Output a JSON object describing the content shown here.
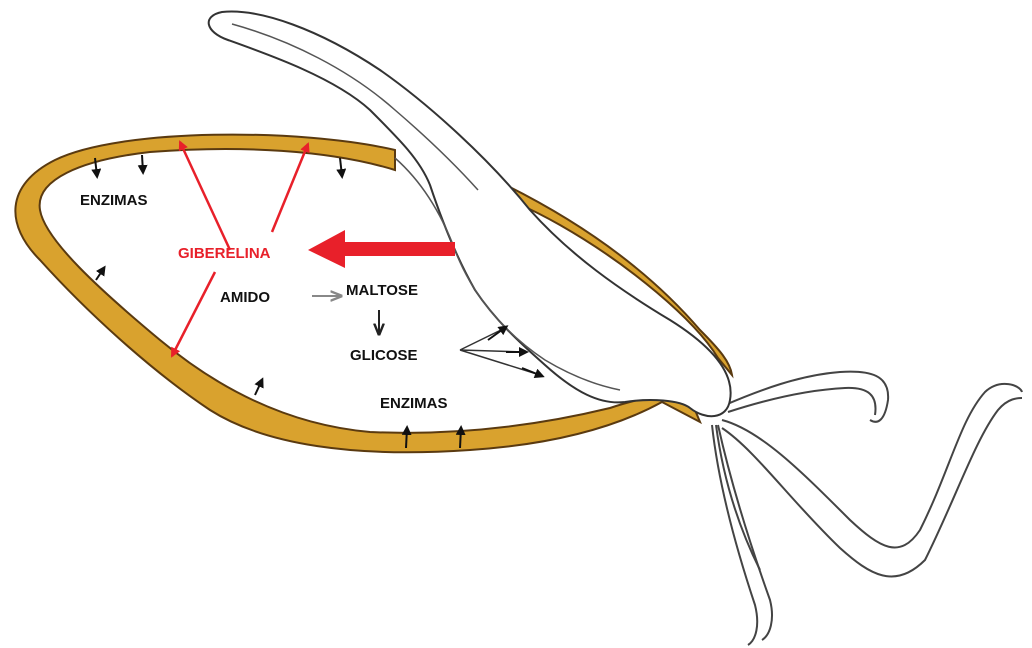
{
  "labels": {
    "enzimas_top": "ENZIMAS",
    "giberelina": "GIBERELINA",
    "amido": "AMIDO",
    "maltose": "MALTOSE",
    "glicose": "GLICOSE",
    "enzimas_bottom": "ENZIMAS"
  },
  "colors": {
    "aleurone_layer": "#D9A22E",
    "aleurone_outline": "#5a3a10",
    "hormone_arrow": "#E8202A",
    "giberelina_text": "#E8202A",
    "text": "#111111",
    "outline": "#333333",
    "gray_arrow": "#888888"
  }
}
